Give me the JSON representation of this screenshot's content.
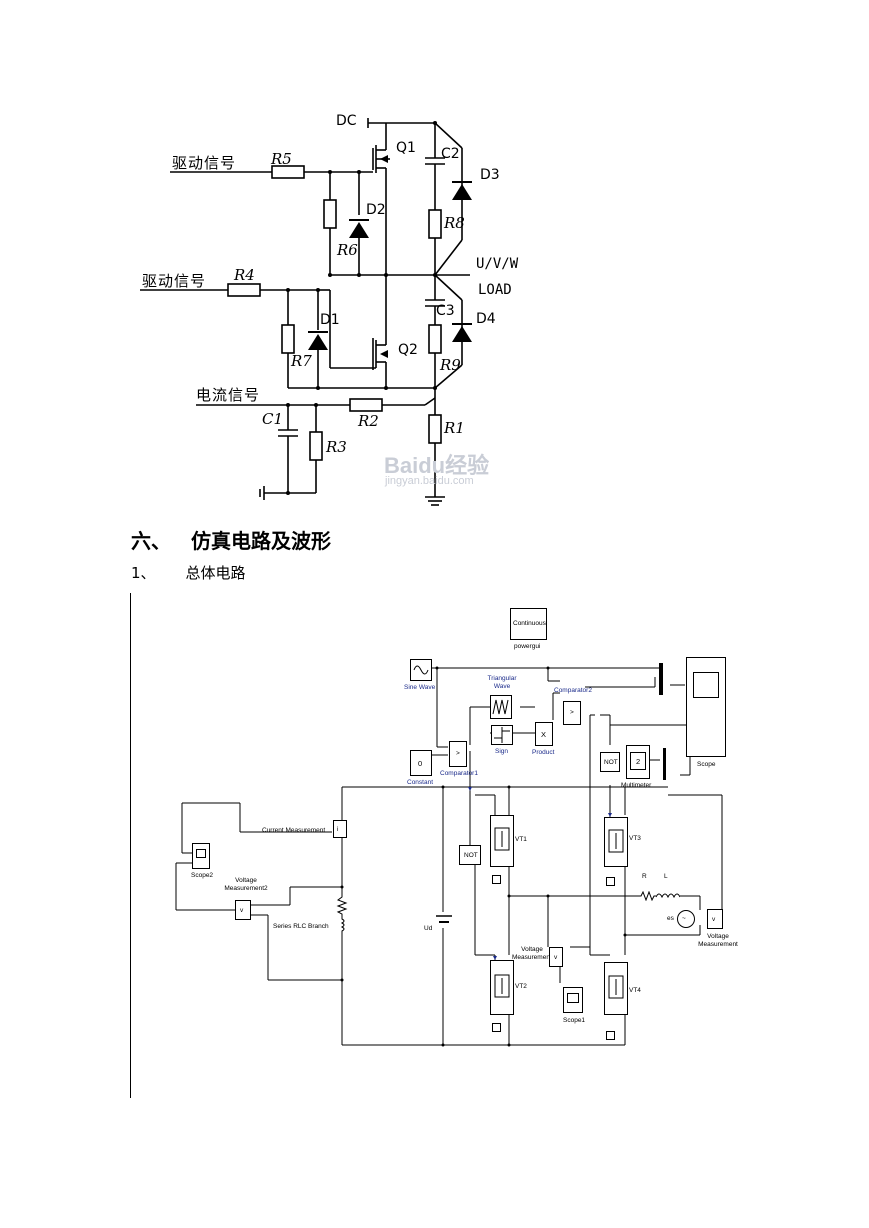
{
  "circuit": {
    "labels": {
      "dc": "DC",
      "q1": "Q1",
      "q2": "Q2",
      "c2": "C2",
      "c3": "C3",
      "c1": "C1",
      "d1": "D1",
      "d2": "D2",
      "d3": "D3",
      "d4": "D4",
      "r1": "R1",
      "r2": "R2",
      "r3": "R3",
      "r4": "R4",
      "r5": "R5",
      "r6": "R6",
      "r7": "R7",
      "r8": "R8",
      "r9": "R9",
      "drive_signal_top": "驱动信号",
      "drive_signal_bottom": "驱动信号",
      "current_signal": "电流信号",
      "output": "U/V/W",
      "load": "LOAD"
    },
    "watermark": {
      "brand": "Baidu经验",
      "url": "jingyan.baidu.com"
    }
  },
  "section": {
    "heading_num": "六、",
    "heading_text": "仿真电路及波形",
    "sub_num": "1、",
    "sub_text": "总体电路"
  },
  "simulink": {
    "powergui_block": "Continuous",
    "powergui_label": "powergui",
    "sine_wave": "Sine Wave",
    "triangular_wave": "Triangular Wave",
    "comparator2": "Comparator2",
    "comparator1": "Comparator1",
    "product": "Product",
    "sign": "Sign",
    "constant_value": "0",
    "constant": "Constant",
    "multimeter_value": "2",
    "multimeter": "Multimeter",
    "scope": "Scope",
    "scope1": "Scope1",
    "scope2": "Scope2",
    "not_1": "NOT",
    "not_2": "NOT",
    "current_measurement": "Current Measurement",
    "voltage_measurement2": "Voltage Measurement2",
    "voltage_measurement1": "Voltage Measurement1",
    "voltage_measurement": "Voltage Measurement",
    "series_rlc": "Series RLC Branch",
    "ud": "Ud",
    "vt1": "VT1",
    "vt2": "VT2",
    "vt3": "VT3",
    "vt4": "VT4",
    "r": "R",
    "l": "L",
    "es": "es",
    "product_sym": "X"
  }
}
